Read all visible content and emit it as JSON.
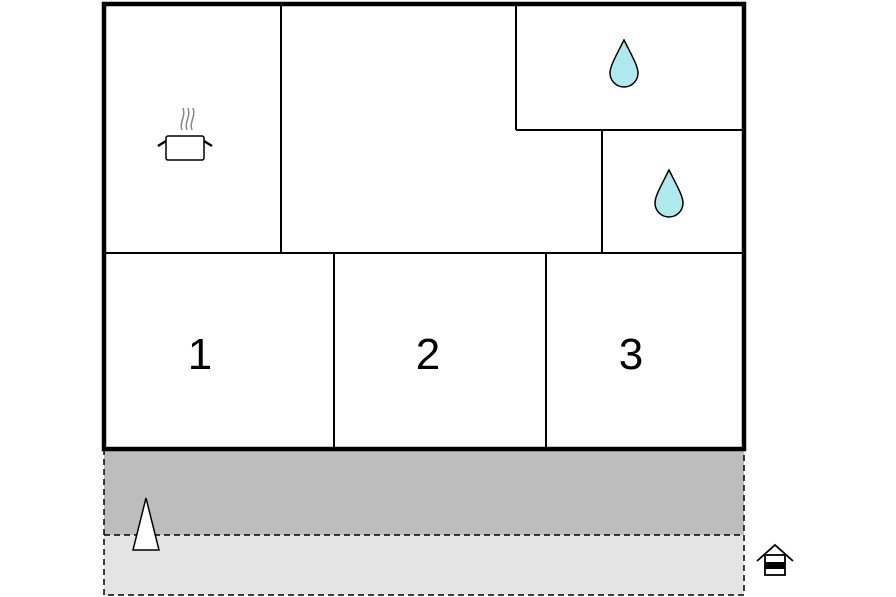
{
  "floor_plan": {
    "rooms": [
      {
        "id": "kitchen",
        "label": "",
        "icon": "cooking-pot-icon"
      },
      {
        "id": "living",
        "label": ""
      },
      {
        "id": "bathroom-1",
        "label": "",
        "icon": "water-drop-icon"
      },
      {
        "id": "bathroom-2",
        "label": "",
        "icon": "water-drop-icon"
      },
      {
        "id": "bedroom-1",
        "label": "1"
      },
      {
        "id": "bedroom-2",
        "label": "2"
      },
      {
        "id": "bedroom-3",
        "label": "3"
      }
    ],
    "outdoor": {
      "terrace": {
        "label": "",
        "fill": "#bdbdbd"
      },
      "garden": {
        "label": "",
        "fill": "#e4e4e4",
        "icon": "tree-icon"
      }
    },
    "legend": {
      "icon": "house-entrance-icon"
    },
    "colors": {
      "water": "#aee9ee",
      "wall": "#000000"
    }
  }
}
